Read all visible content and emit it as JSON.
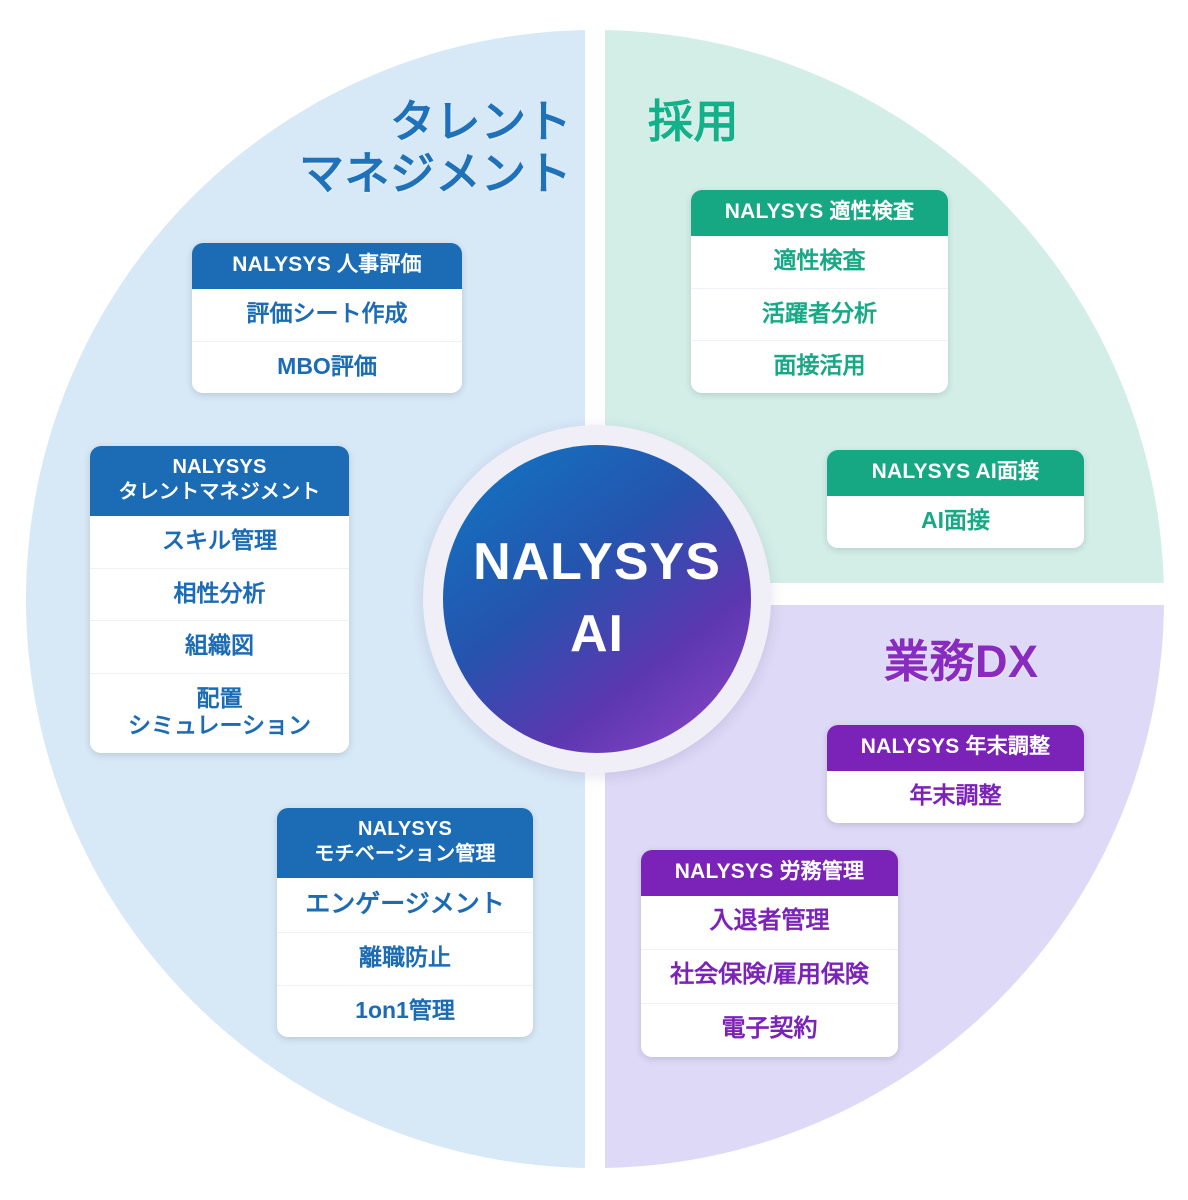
{
  "diagram": {
    "type": "concentric-segmented-service-map",
    "center": {
      "label": "NALYSYS\nAI",
      "gradient_from": "#0f78c4",
      "gradient_to": "#9248cc",
      "ring_color": "#f0eef7"
    },
    "segments": [
      {
        "id": "talent",
        "title": "タレント\nマネジメント",
        "title_color": "#1f72ba",
        "background": "#d7e8f6",
        "accent": "#1b6cb5",
        "position": "left-half",
        "cards": [
          {
            "id": "hr-eval",
            "header": "NALYSYS 人事評価",
            "rows": [
              "評価シート作成",
              "MBO評価"
            ]
          },
          {
            "id": "talent-mgmt",
            "header": "NALYSYS\nタレントマネジメント",
            "rows": [
              "スキル管理",
              "相性分析",
              "組織図",
              "配置\nシミュレーション"
            ]
          },
          {
            "id": "motivation",
            "header": "NALYSYS\nモチベーション管理",
            "rows": [
              "エンゲージメント",
              "離職防止",
              "1on1管理"
            ]
          }
        ]
      },
      {
        "id": "recruit",
        "title": "採用",
        "title_color": "#13b189",
        "background": "#d3eee7",
        "accent": "#15a883",
        "position": "upper-right",
        "cards": [
          {
            "id": "aptitude",
            "header": "NALYSYS 適性検査",
            "rows": [
              "適性検査",
              "活躍者分析",
              "面接活用"
            ]
          },
          {
            "id": "ai-interview",
            "header": "NALYSYS AI面接",
            "rows": [
              "AI面接"
            ]
          }
        ]
      },
      {
        "id": "dx",
        "title": "業務DX",
        "title_color": "#8a2bc0",
        "background": "#ddd9f6",
        "accent": "#7b23b8",
        "position": "lower-right",
        "cards": [
          {
            "id": "year-end",
            "header": "NALYSYS 年末調整",
            "rows": [
              "年末調整"
            ]
          },
          {
            "id": "labor-mgmt",
            "header": "NALYSYS 労務管理",
            "rows": [
              "入退者管理",
              "社会保険/雇用保険",
              "電子契約"
            ]
          }
        ]
      }
    ]
  }
}
